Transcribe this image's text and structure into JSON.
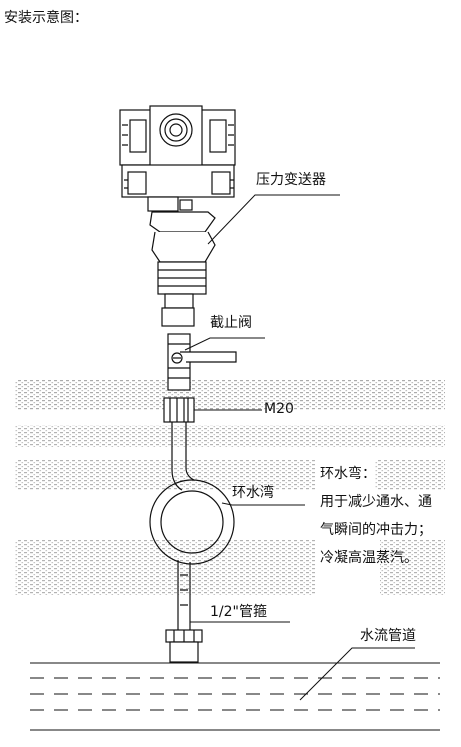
{
  "header": {
    "title": "安装示意图："
  },
  "labels": {
    "transmitter": "压力变送器",
    "valve": "截止阀",
    "thread": "M20",
    "siphon": "环水湾",
    "clamp": "1/2\"管箍",
    "pipe": "水流管道"
  },
  "note": {
    "lines": [
      "环水弯：",
      "用于减少通水、通",
      "气瞬间的冲击力；",
      "冷凝高温蒸汽。"
    ]
  },
  "colors": {
    "line": "#111111",
    "noise": "#555555"
  }
}
